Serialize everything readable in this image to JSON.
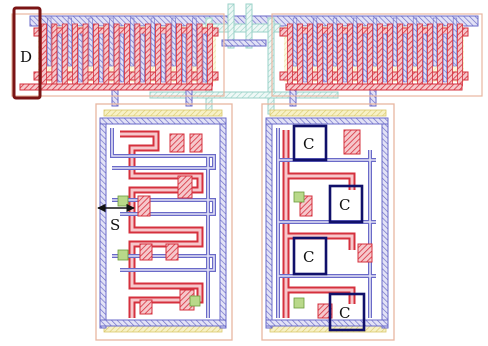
{
  "labels": {
    "d": "D",
    "s": "S",
    "c": [
      "C",
      "C",
      "C",
      "C"
    ]
  },
  "colors": {
    "poly": "#d5303d",
    "metal1": "#6a6ac8",
    "metal2": "#9ad2c8",
    "diffusion": "#ede29a",
    "well": "#e8b6a0",
    "d_box": "#7a1414",
    "c_box": "#10106a",
    "label": "#111111"
  }
}
